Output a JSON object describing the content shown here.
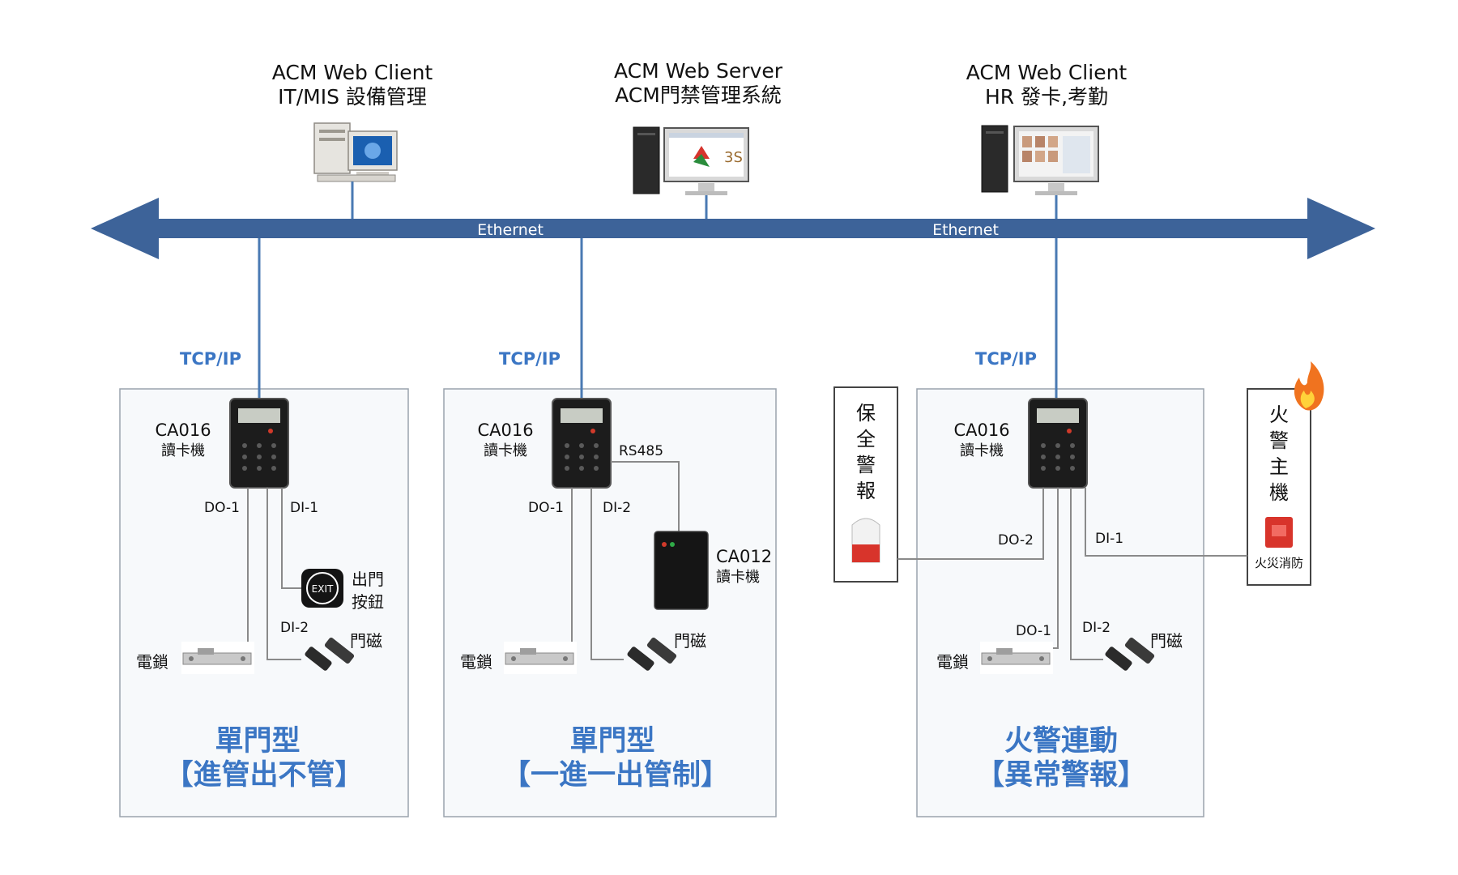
{
  "network": {
    "client1": {
      "line1": "ACM Web Client",
      "line2": "IT/MIS 設備管理"
    },
    "server": {
      "line1": "ACM Web Server",
      "line2": "ACM門禁管理系統"
    },
    "client2": {
      "line1": "ACM Web Client",
      "line2": "HR 發卡,考勤"
    },
    "ethernet_left": "Ethernet",
    "ethernet_right": "Ethernet",
    "server_logo": "3S"
  },
  "panels": [
    {
      "tcp": "TCP/IP",
      "reader_model": "CA016",
      "reader_sub": "讀卡機",
      "do1": "DO-1",
      "di1": "DI-1",
      "di2": "DI-2",
      "exit_label": "EXIT",
      "exit_line1": "出門",
      "exit_line2": "按鈕",
      "lock": "電鎖",
      "magnet": "門磁",
      "title1": "單門型",
      "title2": "【進管出不管】"
    },
    {
      "tcp": "TCP/IP",
      "reader_model": "CA016",
      "reader_sub": "讀卡機",
      "do1": "DO-1",
      "di2": "DI-2",
      "rs485": "RS485",
      "reader2_model": "CA012",
      "reader2_sub": "讀卡機",
      "lock": "電鎖",
      "magnet": "門磁",
      "title1": "單門型",
      "title2": "【一進一出管制】"
    },
    {
      "tcp": "TCP/IP",
      "reader_model": "CA016",
      "reader_sub": "讀卡機",
      "do2": "DO-2",
      "di1": "DI-1",
      "do1": "DO-1",
      "di2": "DI-2",
      "lock": "電鎖",
      "magnet": "門磁",
      "security_alarm": [
        "保",
        "全",
        "警",
        "報"
      ],
      "fire_host": [
        "火",
        "警",
        "主",
        "機"
      ],
      "fire_device": "火災消防",
      "title1": "火警連動",
      "title2": "【異常警報】"
    }
  ],
  "colors": {
    "ethernet_bar": "#3d6399",
    "accent_blue": "#3b76c4",
    "panel_bg": "#f7f9fb"
  }
}
